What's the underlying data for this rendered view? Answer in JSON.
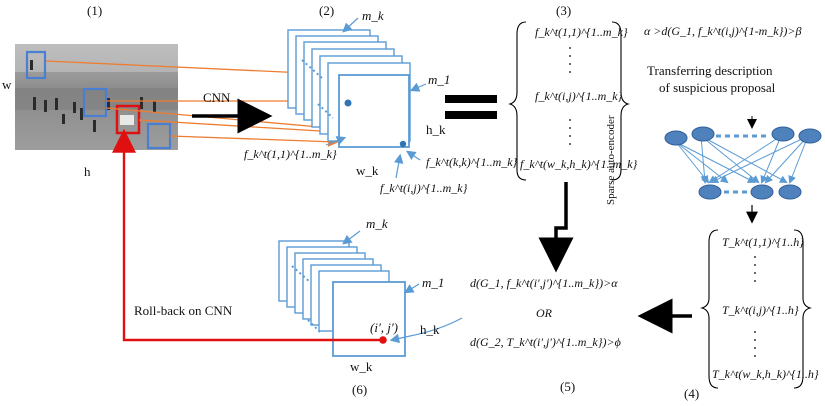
{
  "step_labels": [
    "(1)",
    "(2)",
    "(3)",
    "(4)",
    "(5)",
    "(6)"
  ],
  "frame_axes": {
    "w": "w",
    "h": "h"
  },
  "cnn_label": "CNN",
  "rollback_label": "Roll-back on CNN",
  "stack_top": {
    "m_k": "m_k",
    "m_1": "m_1",
    "h_k": "h_k",
    "w_k": "w_k",
    "f_11": "f_k^t(1,1)^{1..m_k}",
    "f_kk": "f_k^t(k,k)^{1..m_k}",
    "f_ij": "f_k^t(i,j)^{1..m_k}"
  },
  "stack_bottom": {
    "m_k": "m_k",
    "m_1": "m_1",
    "h_k": "h_k",
    "w_k": "w_k",
    "point": "(i', j')"
  },
  "feature_vector": {
    "entries": [
      "f_k^t(1,1)^{1..m_k}",
      "f_k^t(i,j)^{1..m_k}",
      "f_k^t(w_k,h_k)^{1..m_k}"
    ],
    "vertical_label": "Sparse auto-encoder"
  },
  "condition_top": "α >d(G_1, f_k^t(i,j)^{1-m_k})>β",
  "transfer_text": [
    "Transferring description",
    "of suspicious proposal"
  ],
  "transfer_vector": {
    "entries": [
      "T_k^t(1,1)^{1..h}",
      "T_k^t(i,j)^{1..h}",
      "T_k^t(w_k,h_k)^{1..h}"
    ]
  },
  "condition_bottom": {
    "line1": "d(G_1, f_k^t(i',j')^{1..m_k})>α",
    "or": "OR",
    "line2": "d(G_2, T_k^t(i',j')^{1..m_k})>ϕ"
  },
  "colors": {
    "accent_blue": "#5b9bd5",
    "node_fill": "#4f81bd",
    "orange": "#ed7d31",
    "red": "#e01010",
    "black": "#000000",
    "frame_gray": "#8c8c8c"
  }
}
